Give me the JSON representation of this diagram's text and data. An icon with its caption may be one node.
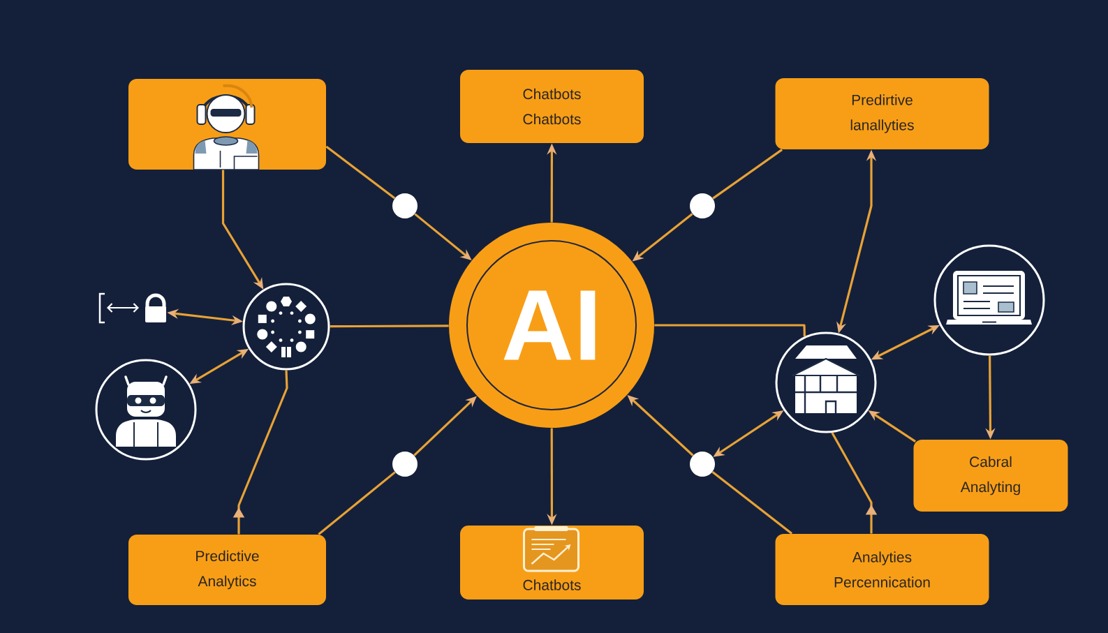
{
  "diagram": {
    "nodes": [
      {
        "text": [],
        "shape": "box"
      },
      {
        "text": [
          "Chatbots Chatbots"
        ]
      },
      {
        "text": [
          "Predirtive lanallyties"
        ]
      },
      {
        "text": [],
        "shape": "circle"
      },
      {
        "text": [],
        "shape": "circle"
      },
      {
        "text": [],
        "shape": "picture"
      },
      {
        "text": [],
        "shape": "circle"
      },
      {
        "text": [
          "AI"
        ]
      },
      {
        "text": [],
        "shape": "circle"
      },
      {
        "text": [],
        "shape": "circle"
      },
      {
        "text": [],
        "shape": "circle"
      },
      {
        "text": [],
        "shape": "circle"
      },
      {
        "text": [],
        "shape": "circle"
      },
      {
        "text": [
          "Cabral Analyting"
        ]
      },
      {
        "text": [
          "Predictive Analytics"
        ]
      },
      {
        "text": [
          "Chatbots"
        ]
      },
      {
        "text": [
          "Analyties Percennication"
        ]
      }
    ],
    "edges": [
      {
        "from": 0,
        "to": 6,
        "arrow": "to"
      },
      {
        "from": 0,
        "to": 3,
        "arrow": "none"
      },
      {
        "from": 3,
        "to": 7,
        "arrow": "to"
      },
      {
        "from": 7,
        "to": 1,
        "arrow": "to"
      },
      {
        "from": 2,
        "to": 4,
        "arrow": "none"
      },
      {
        "from": 4,
        "to": 7,
        "arrow": "to"
      },
      {
        "from": 9,
        "to": 2,
        "arrow": "both"
      },
      {
        "from": 5,
        "to": 6,
        "arrow": "both"
      },
      {
        "from": 6,
        "to": 7,
        "arrow": "none"
      },
      {
        "from": 7,
        "to": 9,
        "arrow": "none"
      },
      {
        "from": 10,
        "to": 6,
        "arrow": "both"
      },
      {
        "from": 9,
        "to": 8,
        "arrow": "both"
      },
      {
        "from": 8,
        "to": 13,
        "arrow": "to"
      },
      {
        "from": 13,
        "to": 9,
        "arrow": "to"
      },
      {
        "from": 6,
        "to": 14,
        "arrow": "to"
      },
      {
        "from": 14,
        "to": 11,
        "arrow": "none"
      },
      {
        "from": 11,
        "to": 7,
        "arrow": "to"
      },
      {
        "from": 7,
        "to": 15,
        "arrow": "to"
      },
      {
        "from": 16,
        "to": 12,
        "arrow": "none"
      },
      {
        "from": 12,
        "to": 7,
        "arrow": "to"
      },
      {
        "from": 12,
        "to": 9,
        "arrow": "both"
      },
      {
        "from": 9,
        "to": 16,
        "arrow": "to"
      }
    ]
  }
}
